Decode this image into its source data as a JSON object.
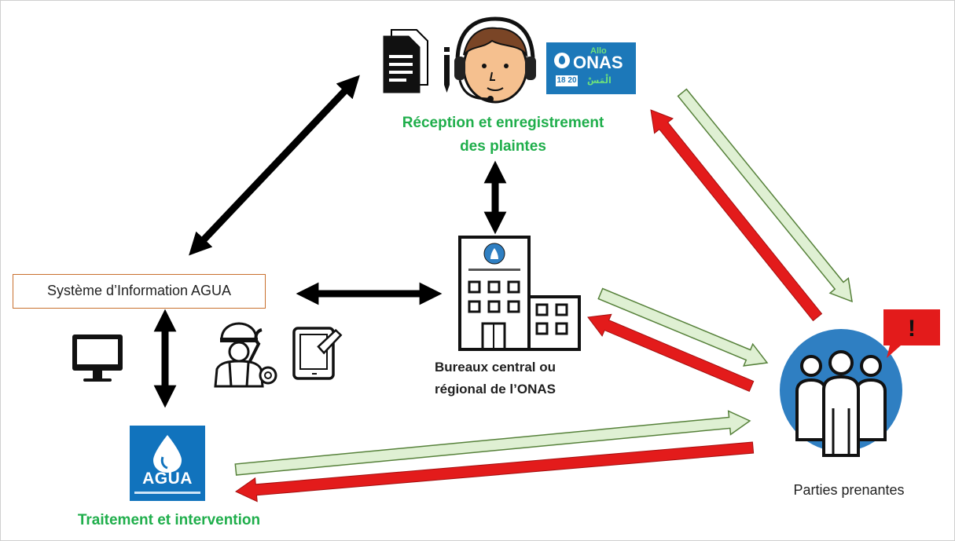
{
  "nodes": {
    "reception": {
      "line1": "Réception et enregistrement",
      "line2": "des plaintes"
    },
    "bureaux": {
      "line1": "Bureaux central ou",
      "line2": "régional de l’ONAS"
    },
    "si": {
      "label": "Système d’Information AGUA"
    },
    "traitement": {
      "label": "Traitement et intervention"
    },
    "parties": {
      "label": "Parties prenantes"
    }
  },
  "logos": {
    "agua": {
      "word": "AGUA"
    },
    "allo_onas": {
      "allo": "Allo",
      "word": "ONAS",
      "number": "18 20",
      "arabic": "الْمَسْ"
    }
  },
  "alert_mark": "!",
  "colors": {
    "title_green": "#1fae4b",
    "arrow_black": "#000000",
    "arrow_red": "#e31b1b",
    "arrow_green": "#dff0d3",
    "arrow_green_border": "#56813a",
    "agua_blue": "#1173bd",
    "onas_blue": "#1c78b9",
    "alert_red": "#e31b1b",
    "face": "#f5c08f",
    "box_border": "#c9702e"
  },
  "icons": [
    "document-icon",
    "pencil-icon",
    "call-agent-icon",
    "building-icon",
    "monitor-icon",
    "technician-icon",
    "tablet-icon",
    "people-group-icon",
    "alert-bubble-icon"
  ]
}
